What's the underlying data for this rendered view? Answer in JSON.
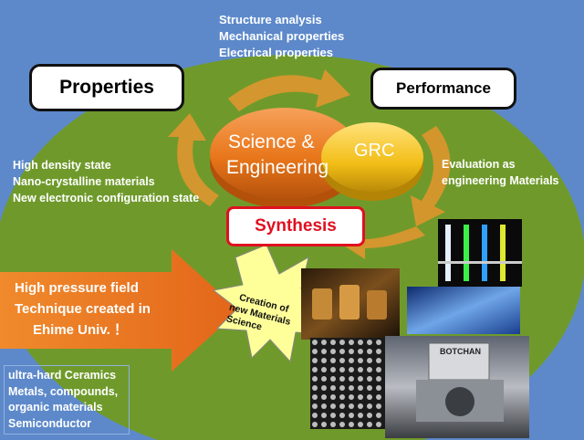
{
  "top_list": [
    "Structure analysis",
    "Mechanical properties",
    "Electrical properties"
  ],
  "properties_label": "Properties",
  "performance_label": "Performance",
  "left_list": [
    "High density state",
    "Nano-crystalline materials",
    "New electronic configuration state"
  ],
  "right_label": [
    "Evaluation as",
    "engineering Materials"
  ],
  "center_label": [
    "Science &",
    "Engineering"
  ],
  "grc_label": "GRC",
  "synthesis_label": "Synthesis",
  "arrow_label": [
    "High pressure field",
    "Technique created in",
    "Ehime Univ. ！"
  ],
  "star_label": [
    "Creation of",
    "new Materials",
    "Science"
  ],
  "bottom_list": [
    "ultra-hard Ceramics",
    "Metals, compounds,",
    "organic materials",
    "Semiconductor"
  ],
  "machine_label": "BOTCHAN",
  "colors": {
    "background": "#5d89ca",
    "ellipse": "#6f9a2b",
    "orange": "#e8781c",
    "gold": "#f3c01a",
    "synthesis_red": "#e01020"
  }
}
